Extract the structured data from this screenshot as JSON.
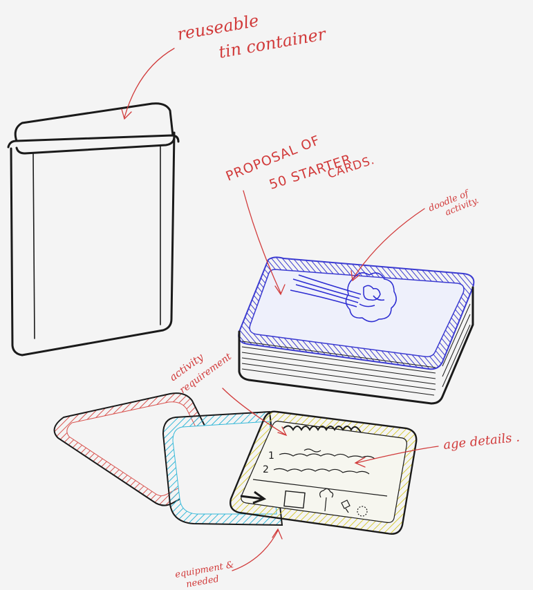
{
  "annotations": {
    "tin_line1": "reuseable",
    "tin_line2": "tin container",
    "proposal_line1": "PROPOSAL OF",
    "proposal_line2": "50 STARTER",
    "proposal_line3": "CARDS.",
    "doodle_line1": "doodle of",
    "doodle_line2": "activity.",
    "requirement_line1": "activity",
    "requirement_line2": "requirement",
    "age": "age details .",
    "equipment_line1": "equipment &",
    "equipment_line2": "needed"
  },
  "card_text": {
    "num1": "1",
    "num2": "2"
  },
  "colors": {
    "annotation": "#d13a3a",
    "ink": "#1a1a1a",
    "deck_border": "#3b3bd1",
    "card_red": "#d9534f",
    "card_cyan": "#34b8d8",
    "card_yellow": "#d8cc3a",
    "background": "#f4f4f4"
  }
}
